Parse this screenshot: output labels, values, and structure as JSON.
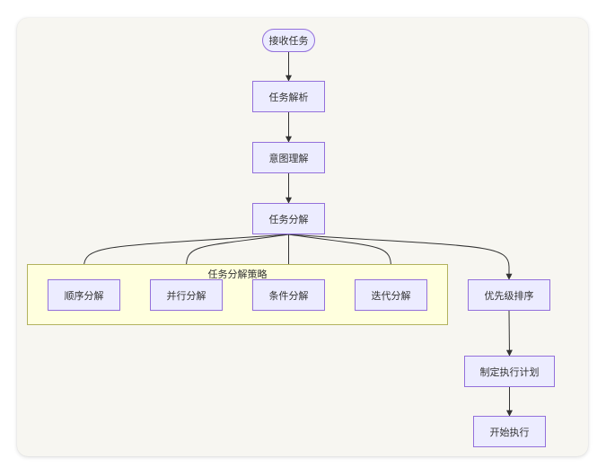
{
  "colors": {
    "card_background": "#f7f6f1",
    "node_fill": "#ececff",
    "node_border": "#9370db",
    "cluster_fill": "#ffffde",
    "cluster_border": "#b2b25e",
    "edge": "#333333",
    "text": "#333333"
  },
  "nodes": {
    "receive_task": "接收任务",
    "task_parsing": "任务解析",
    "intent_understanding": "意图理解",
    "task_decomposition": "任务分解",
    "sequential_decomposition": "顺序分解",
    "parallel_decomposition": "并行分解",
    "conditional_decomposition": "条件分解",
    "iterative_decomposition": "迭代分解",
    "priority_sorting": "优先级排序",
    "make_execution_plan": "制定执行计划",
    "start_execution": "开始执行"
  },
  "cluster": {
    "strategy_label": "任务分解策略"
  },
  "edges": [
    [
      "receive_task",
      "task_parsing"
    ],
    [
      "task_parsing",
      "intent_understanding"
    ],
    [
      "intent_understanding",
      "task_decomposition"
    ],
    [
      "task_decomposition",
      "sequential_decomposition"
    ],
    [
      "task_decomposition",
      "parallel_decomposition"
    ],
    [
      "task_decomposition",
      "conditional_decomposition"
    ],
    [
      "task_decomposition",
      "iterative_decomposition"
    ],
    [
      "task_decomposition",
      "priority_sorting"
    ],
    [
      "priority_sorting",
      "make_execution_plan"
    ],
    [
      "make_execution_plan",
      "start_execution"
    ]
  ]
}
